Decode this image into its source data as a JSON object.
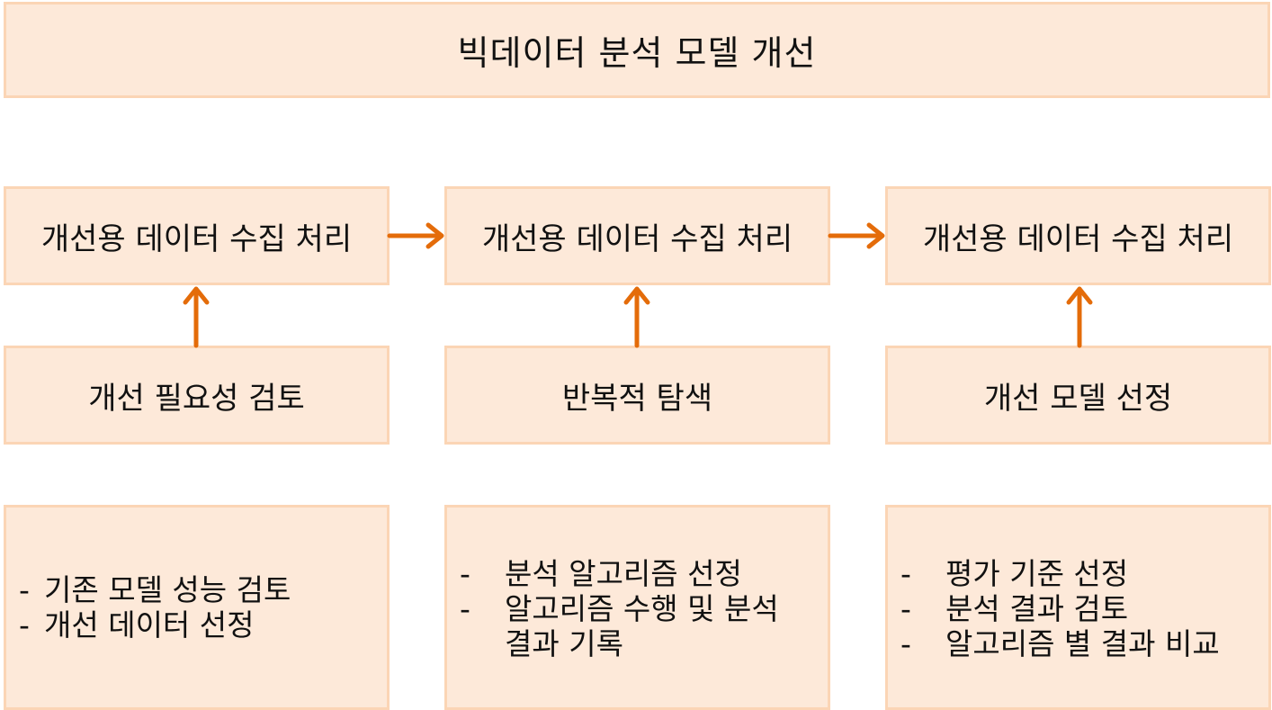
{
  "title": "빅데이터 분석 모델 개선",
  "top_row": [
    "개선용 데이터 수집 처리",
    "개선용 데이터 수집 처리",
    "개선용 데이터 수집 처리"
  ],
  "middle_row": [
    "개선 필요성 검토",
    "반복적 탐색",
    "개선 모델 선정"
  ],
  "details": [
    {
      "items": [
        "기존 모델 성능 검토",
        "개선 데이터 선정"
      ]
    },
    {
      "items": [
        "분석 알고리즘 선정",
        "알고리즘 수행 및 분석 결과 기록"
      ]
    },
    {
      "items": [
        "평가 기준 선정",
        "분석 결과 검토",
        "알고리즘 별 결과 비교"
      ]
    }
  ],
  "bullet": "-",
  "colors": {
    "box_fill": "#fde9d9",
    "box_border": "#fbd5b5",
    "arrow": "#e46c0a"
  }
}
